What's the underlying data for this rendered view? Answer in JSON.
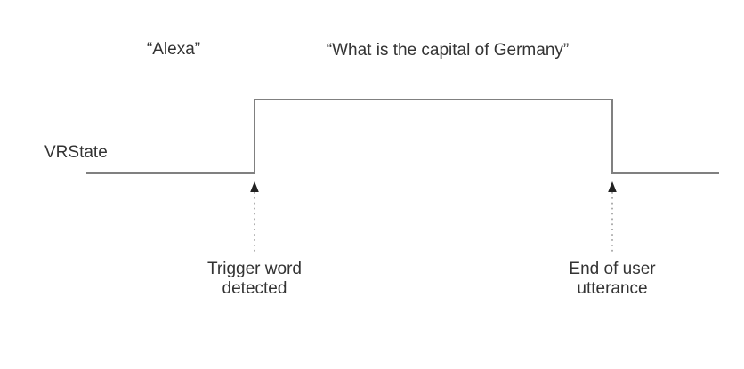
{
  "figure": {
    "title_visible": false,
    "background_color": "#ffffff",
    "text_color": "#333333",
    "line_color": "#808080"
  },
  "labels": {
    "signal_name": "VRState",
    "trigger_utterance": "“Alexa”",
    "command_utterance": "“What is the capital of Germany”"
  },
  "events": [
    {
      "id": "trigger-word-detected",
      "caption_line1": "Trigger word",
      "caption_line2": "detected"
    },
    {
      "id": "end-of-user-utterance",
      "caption_line1": "End of user",
      "caption_line2": "utterance"
    }
  ],
  "chart_data": {
    "type": "line",
    "title": "",
    "xlabel": "",
    "ylabel": "VRState",
    "series": [
      {
        "name": "VRState",
        "step": true,
        "points": [
          {
            "x": 97,
            "y": 0
          },
          {
            "x": 286,
            "y": 0
          },
          {
            "x": 286,
            "y": 1
          },
          {
            "x": 688,
            "y": 1
          },
          {
            "x": 688,
            "y": 0
          },
          {
            "x": 808,
            "y": 0
          }
        ]
      }
    ],
    "annotations": [
      {
        "label": "“Alexa”",
        "x": 195,
        "y": 1
      },
      {
        "label": "“What is the capital of Germany”",
        "x": 503,
        "y": 1
      },
      {
        "label": "Trigger word detected",
        "x": 286,
        "y": 0,
        "marker": "up-arrow"
      },
      {
        "label": "End of user utterance",
        "x": 688,
        "y": 0,
        "marker": "up-arrow"
      }
    ],
    "ylim": [
      0,
      1
    ],
    "xlim": [
      97,
      808
    ],
    "grid": false,
    "legend": false
  }
}
